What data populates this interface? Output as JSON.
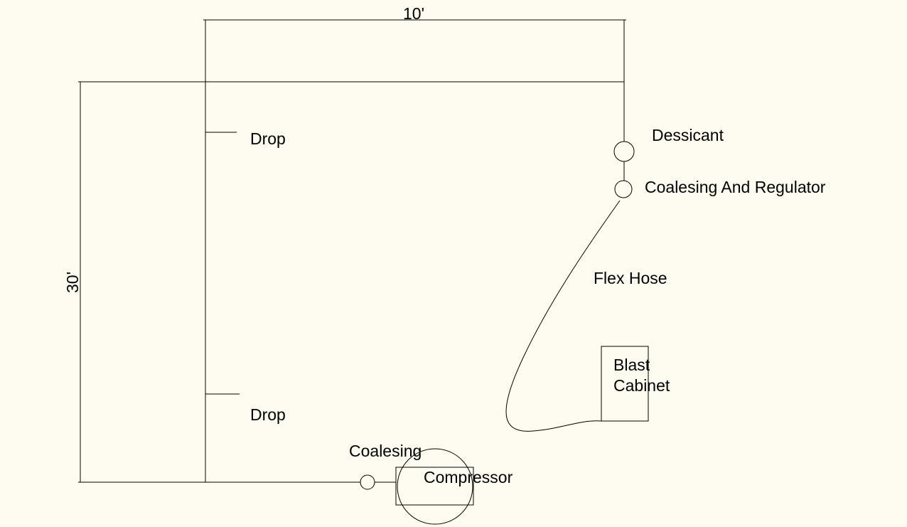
{
  "colors": {
    "background": "#fefcf0",
    "line": "#000000"
  },
  "dimensions": {
    "width_label": "10'",
    "height_label": "30'"
  },
  "labels": {
    "drop_top": "Drop",
    "drop_bottom": "Drop",
    "dessicant": "Dessicant",
    "coalesing_regulator": "Coalesing And Regulator",
    "flex_hose": "Flex Hose",
    "blast_cabinet_line1": "Blast",
    "blast_cabinet_line2": "Cabinet",
    "coalesing": "Coalesing",
    "compressor": "Compressor"
  }
}
